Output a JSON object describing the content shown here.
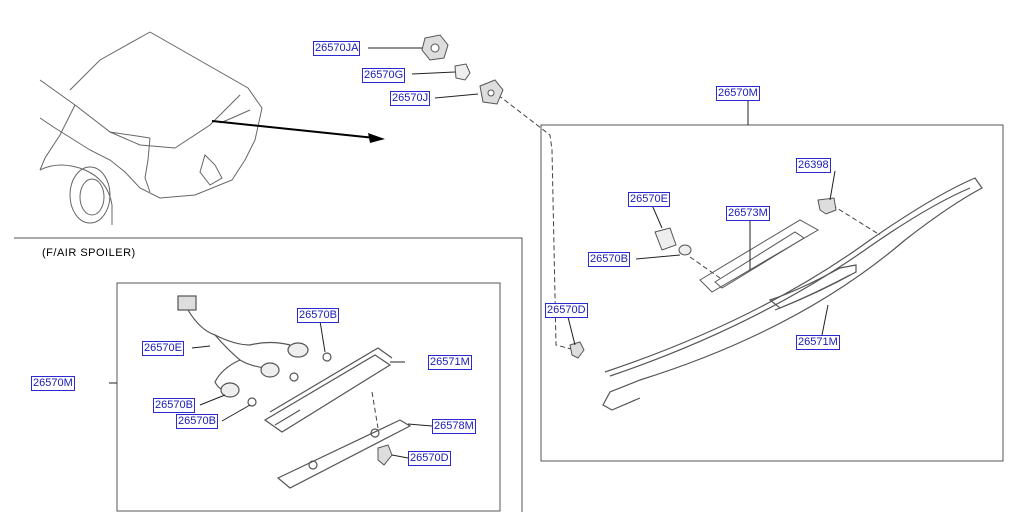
{
  "caption": "(F/AIR  SPOILER)",
  "labels": {
    "l_26570JA": "26570JA",
    "l_26570G": "26570G",
    "l_26570J": "26570J",
    "l_26570M_main": "26570M",
    "l_26398": "26398",
    "l_26570E_right": "26570E",
    "l_26573M": "26573M",
    "l_26570B_right": "26570B",
    "l_26570D_right": "26570D",
    "l_26571M_right": "26571M",
    "l_26570M_left": "26570M",
    "l_26570B_a": "26570B",
    "l_26570E_left": "26570E",
    "l_26571M_left": "26571M",
    "l_26570B_b": "26570B",
    "l_26570B_c": "26570B",
    "l_26578M": "26578M",
    "l_26570D_left": "26570D"
  },
  "colors": {
    "label_text": "#1a1ab8",
    "label_border": "#2a2ad0",
    "line": "#000000",
    "part": "#555555"
  }
}
